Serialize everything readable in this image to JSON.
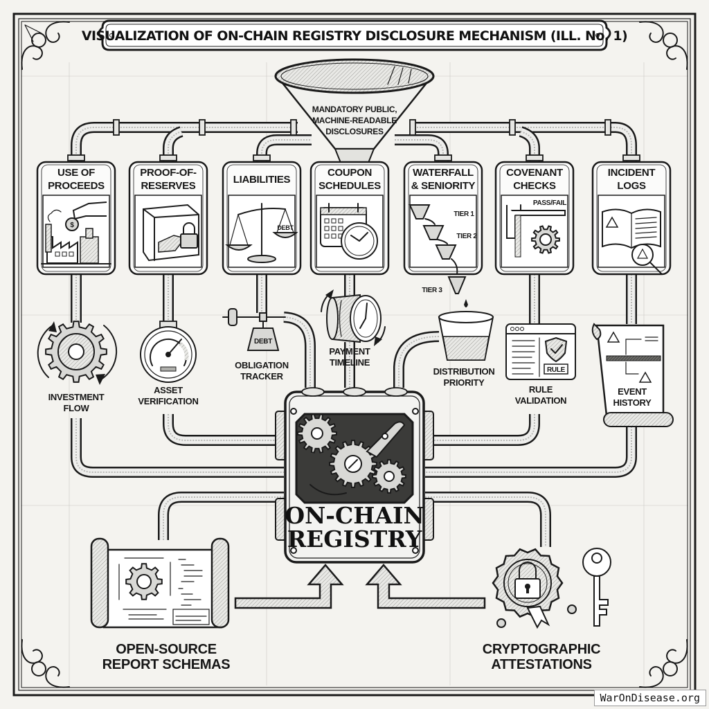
{
  "title": "VISUALIZATION OF ON-CHAIN REGISTRY DISCLOSURE MECHANISM (ILL. No. 1)",
  "funnel": {
    "lines": [
      "MANDATORY PUBLIC,",
      "MACHINE-READABLE",
      "DISCLOSURES"
    ]
  },
  "categories": [
    {
      "id": "use-of-proceeds",
      "lines": [
        "USE OF",
        "PROCEEDS"
      ],
      "icon": "factory-hand-coin-icon"
    },
    {
      "id": "proof-of-reserves",
      "lines": [
        "PROOF-OF-",
        "RESERVES"
      ],
      "icon": "vault-gold-lock-icon"
    },
    {
      "id": "liabilities",
      "lines": [
        "LIABILITIES"
      ],
      "icon": "scale-debt-icon",
      "icon_text": "DEBT"
    },
    {
      "id": "coupon-schedules",
      "lines": [
        "COUPON",
        "SCHEDULES"
      ],
      "icon": "calendar-clock-icon"
    },
    {
      "id": "waterfall-seniority",
      "lines": [
        "WATERFALL",
        "& SENIORITY"
      ],
      "icon": "cascading-funnels-icon",
      "tiers": [
        "TIER 1",
        "TIER 2",
        "TIER 3"
      ]
    },
    {
      "id": "covenant-checks",
      "lines": [
        "COVENANT",
        "CHECKS"
      ],
      "icon": "caliper-gear-icon",
      "icon_text": "PASS/FAIL"
    },
    {
      "id": "incident-logs",
      "lines": [
        "INCIDENT",
        "LOGS"
      ],
      "icon": "book-magnifier-warning-icon"
    }
  ],
  "processors": [
    {
      "id": "investment-flow",
      "lines": [
        "INVESTMENT",
        "FLOW"
      ],
      "icon": "rotating-gear-icon"
    },
    {
      "id": "asset-verification",
      "lines": [
        "ASSET",
        "VERIFICATION"
      ],
      "icon": "pressure-gauge-icon"
    },
    {
      "id": "obligation-tracker",
      "lines": [
        "OBLIGATION",
        "TRACKER"
      ],
      "icon": "hanging-weight-icon",
      "icon_text": "DEBT"
    },
    {
      "id": "payment-timeline",
      "lines": [
        "PAYMENT",
        "TIMELINE"
      ],
      "icon": "drum-clock-icon"
    },
    {
      "id": "distribution-priority",
      "lines": [
        "DISTRIBUTION",
        "PRIORITY"
      ],
      "icon": "filling-cup-icon"
    },
    {
      "id": "rule-validation",
      "lines": [
        "RULE",
        "VALIDATION"
      ],
      "icon": "browser-shield-icon",
      "icon_text": "RULE"
    },
    {
      "id": "event-history",
      "lines": [
        "EVENT",
        "HISTORY"
      ],
      "icon": "timeline-scroll-icon"
    }
  ],
  "registry": {
    "lines": [
      "ON-CHAIN",
      "REGISTRY"
    ],
    "icon": "gear-mechanism-icon"
  },
  "inputs": [
    {
      "id": "open-source-report-schemas",
      "lines": [
        "OPEN-SOURCE",
        "REPORT SCHEMAS"
      ],
      "icon": "blueprint-scroll-icon"
    },
    {
      "id": "cryptographic-attestations",
      "lines": [
        "CRYPTOGRAPHIC",
        "ATTESTATIONS"
      ],
      "icon": "wax-seal-lock-key-icon"
    }
  ],
  "watermark": "WarOnDisease.org"
}
